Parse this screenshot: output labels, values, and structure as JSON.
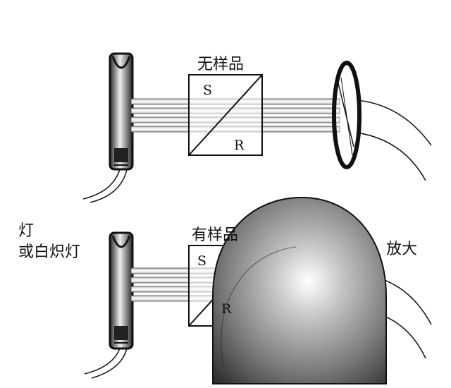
{
  "diagram": {
    "top": {
      "box_label": "无样品",
      "s_label": "S",
      "r_label": "R"
    },
    "bottom": {
      "box_label": "有样品",
      "s_label": "S",
      "r_label": "R"
    },
    "left_label_line1": "灯",
    "left_label_line2": "或白炽灯",
    "right_label": "放大"
  },
  "colors": {
    "ink": "#111111",
    "beam": "#cfcfcf",
    "sphere_highlight": "#ffffff",
    "sphere_shadow": "#2e2e2e"
  }
}
